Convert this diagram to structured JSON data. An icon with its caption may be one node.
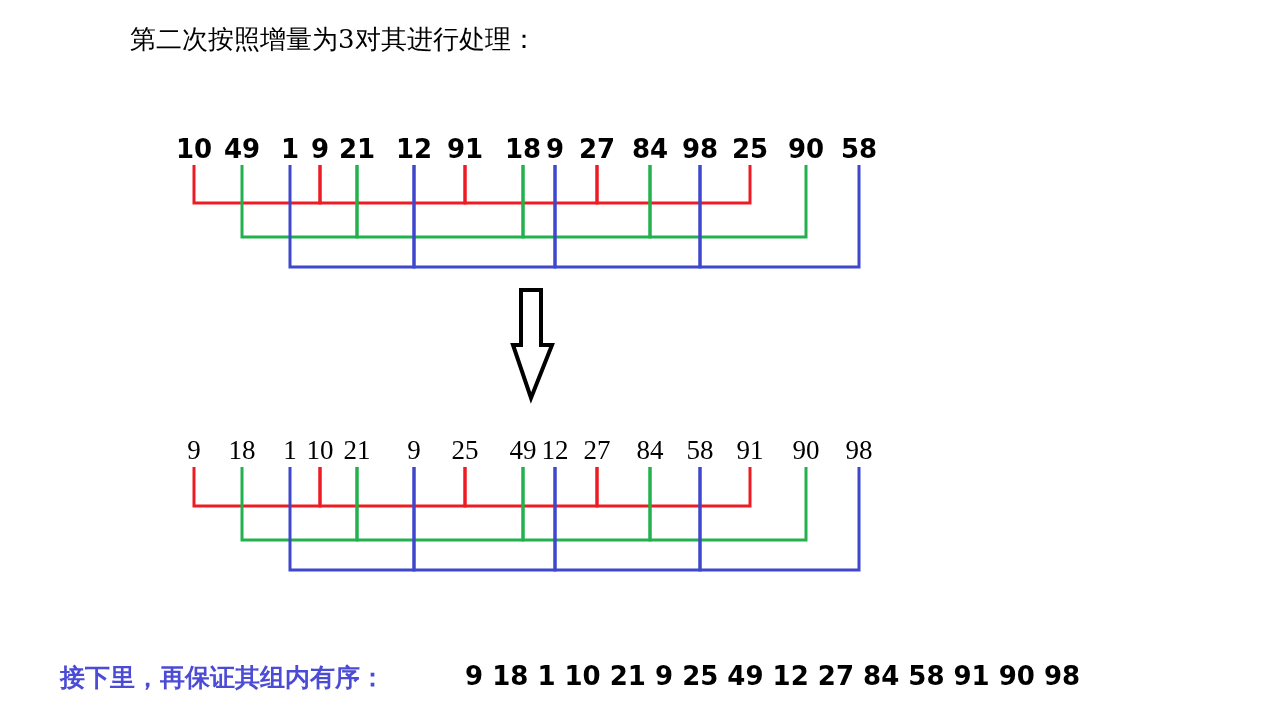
{
  "diagram": {
    "title": "第二次按照增量为3对其进行处理：",
    "nodes": [
      {
        "text": [
          "10"
        ]
      },
      {
        "text": [
          "49"
        ]
      },
      {
        "text": [
          "1"
        ]
      },
      {
        "text": [
          "9"
        ]
      },
      {
        "text": [
          "21"
        ]
      },
      {
        "text": [
          "12"
        ]
      },
      {
        "text": [
          "91"
        ]
      },
      {
        "text": [
          "18"
        ]
      },
      {
        "text": [
          "9"
        ]
      },
      {
        "text": [
          "27"
        ]
      },
      {
        "text": [
          "84"
        ]
      },
      {
        "text": [
          "98"
        ]
      },
      {
        "text": [
          "25"
        ]
      },
      {
        "text": [
          "90"
        ]
      },
      {
        "text": [
          "58"
        ]
      },
      {
        "text": [
          "9"
        ]
      },
      {
        "text": [
          "18"
        ]
      },
      {
        "text": [
          "1"
        ]
      },
      {
        "text": [
          "10"
        ]
      },
      {
        "text": [
          "21"
        ]
      },
      {
        "text": [
          "9"
        ]
      },
      {
        "text": [
          "25"
        ]
      },
      {
        "text": [
          "49"
        ]
      },
      {
        "text": [
          "12"
        ]
      },
      {
        "text": [
          "27"
        ]
      },
      {
        "text": [
          "84"
        ]
      },
      {
        "text": [
          "58"
        ]
      },
      {
        "text": [
          "91"
        ]
      },
      {
        "text": [
          "90"
        ]
      },
      {
        "text": [
          "98"
        ]
      }
    ],
    "edges": [
      {
        "from": 0,
        "to": 3,
        "arrow": "none",
        "color": "#ed1c24"
      },
      {
        "from": 3,
        "to": 6,
        "arrow": "none",
        "color": "#ed1c24"
      },
      {
        "from": 6,
        "to": 9,
        "arrow": "none",
        "color": "#ed1c24"
      },
      {
        "from": 9,
        "to": 12,
        "arrow": "none",
        "color": "#ed1c24"
      },
      {
        "from": 1,
        "to": 4,
        "arrow": "none",
        "color": "#22b14c"
      },
      {
        "from": 4,
        "to": 7,
        "arrow": "none",
        "color": "#22b14c"
      },
      {
        "from": 7,
        "to": 10,
        "arrow": "none",
        "color": "#22b14c"
      },
      {
        "from": 10,
        "to": 13,
        "arrow": "none",
        "color": "#22b14c"
      },
      {
        "from": 2,
        "to": 5,
        "arrow": "none",
        "color": "#3f48cc"
      },
      {
        "from": 5,
        "to": 8,
        "arrow": "none",
        "color": "#3f48cc"
      },
      {
        "from": 8,
        "to": 11,
        "arrow": "none",
        "color": "#3f48cc"
      },
      {
        "from": 11,
        "to": 14,
        "arrow": "none",
        "color": "#3f48cc"
      },
      {
        "from": 15,
        "to": 18,
        "arrow": "none",
        "color": "#ed1c24"
      },
      {
        "from": 18,
        "to": 21,
        "arrow": "none",
        "color": "#ed1c24"
      },
      {
        "from": 21,
        "to": 24,
        "arrow": "none",
        "color": "#ed1c24"
      },
      {
        "from": 24,
        "to": 27,
        "arrow": "none",
        "color": "#ed1c24"
      },
      {
        "from": 16,
        "to": 19,
        "arrow": "none",
        "color": "#22b14c"
      },
      {
        "from": 19,
        "to": 22,
        "arrow": "none",
        "color": "#22b14c"
      },
      {
        "from": 22,
        "to": 25,
        "arrow": "none",
        "color": "#22b14c"
      },
      {
        "from": 25,
        "to": 28,
        "arrow": "none",
        "color": "#22b14c"
      },
      {
        "from": 17,
        "to": 20,
        "arrow": "none",
        "color": "#3f48cc"
      },
      {
        "from": 20,
        "to": 23,
        "arrow": "none",
        "color": "#3f48cc"
      },
      {
        "from": 23,
        "to": 26,
        "arrow": "none",
        "color": "#3f48cc"
      },
      {
        "from": 26,
        "to": 29,
        "arrow": "none",
        "color": "#3f48cc"
      }
    ],
    "labels": [
      "接下里，再保证其组内有序：",
      "9 18 1 10 21 9 25 49 12 27 84 58 91 90 98"
    ]
  }
}
